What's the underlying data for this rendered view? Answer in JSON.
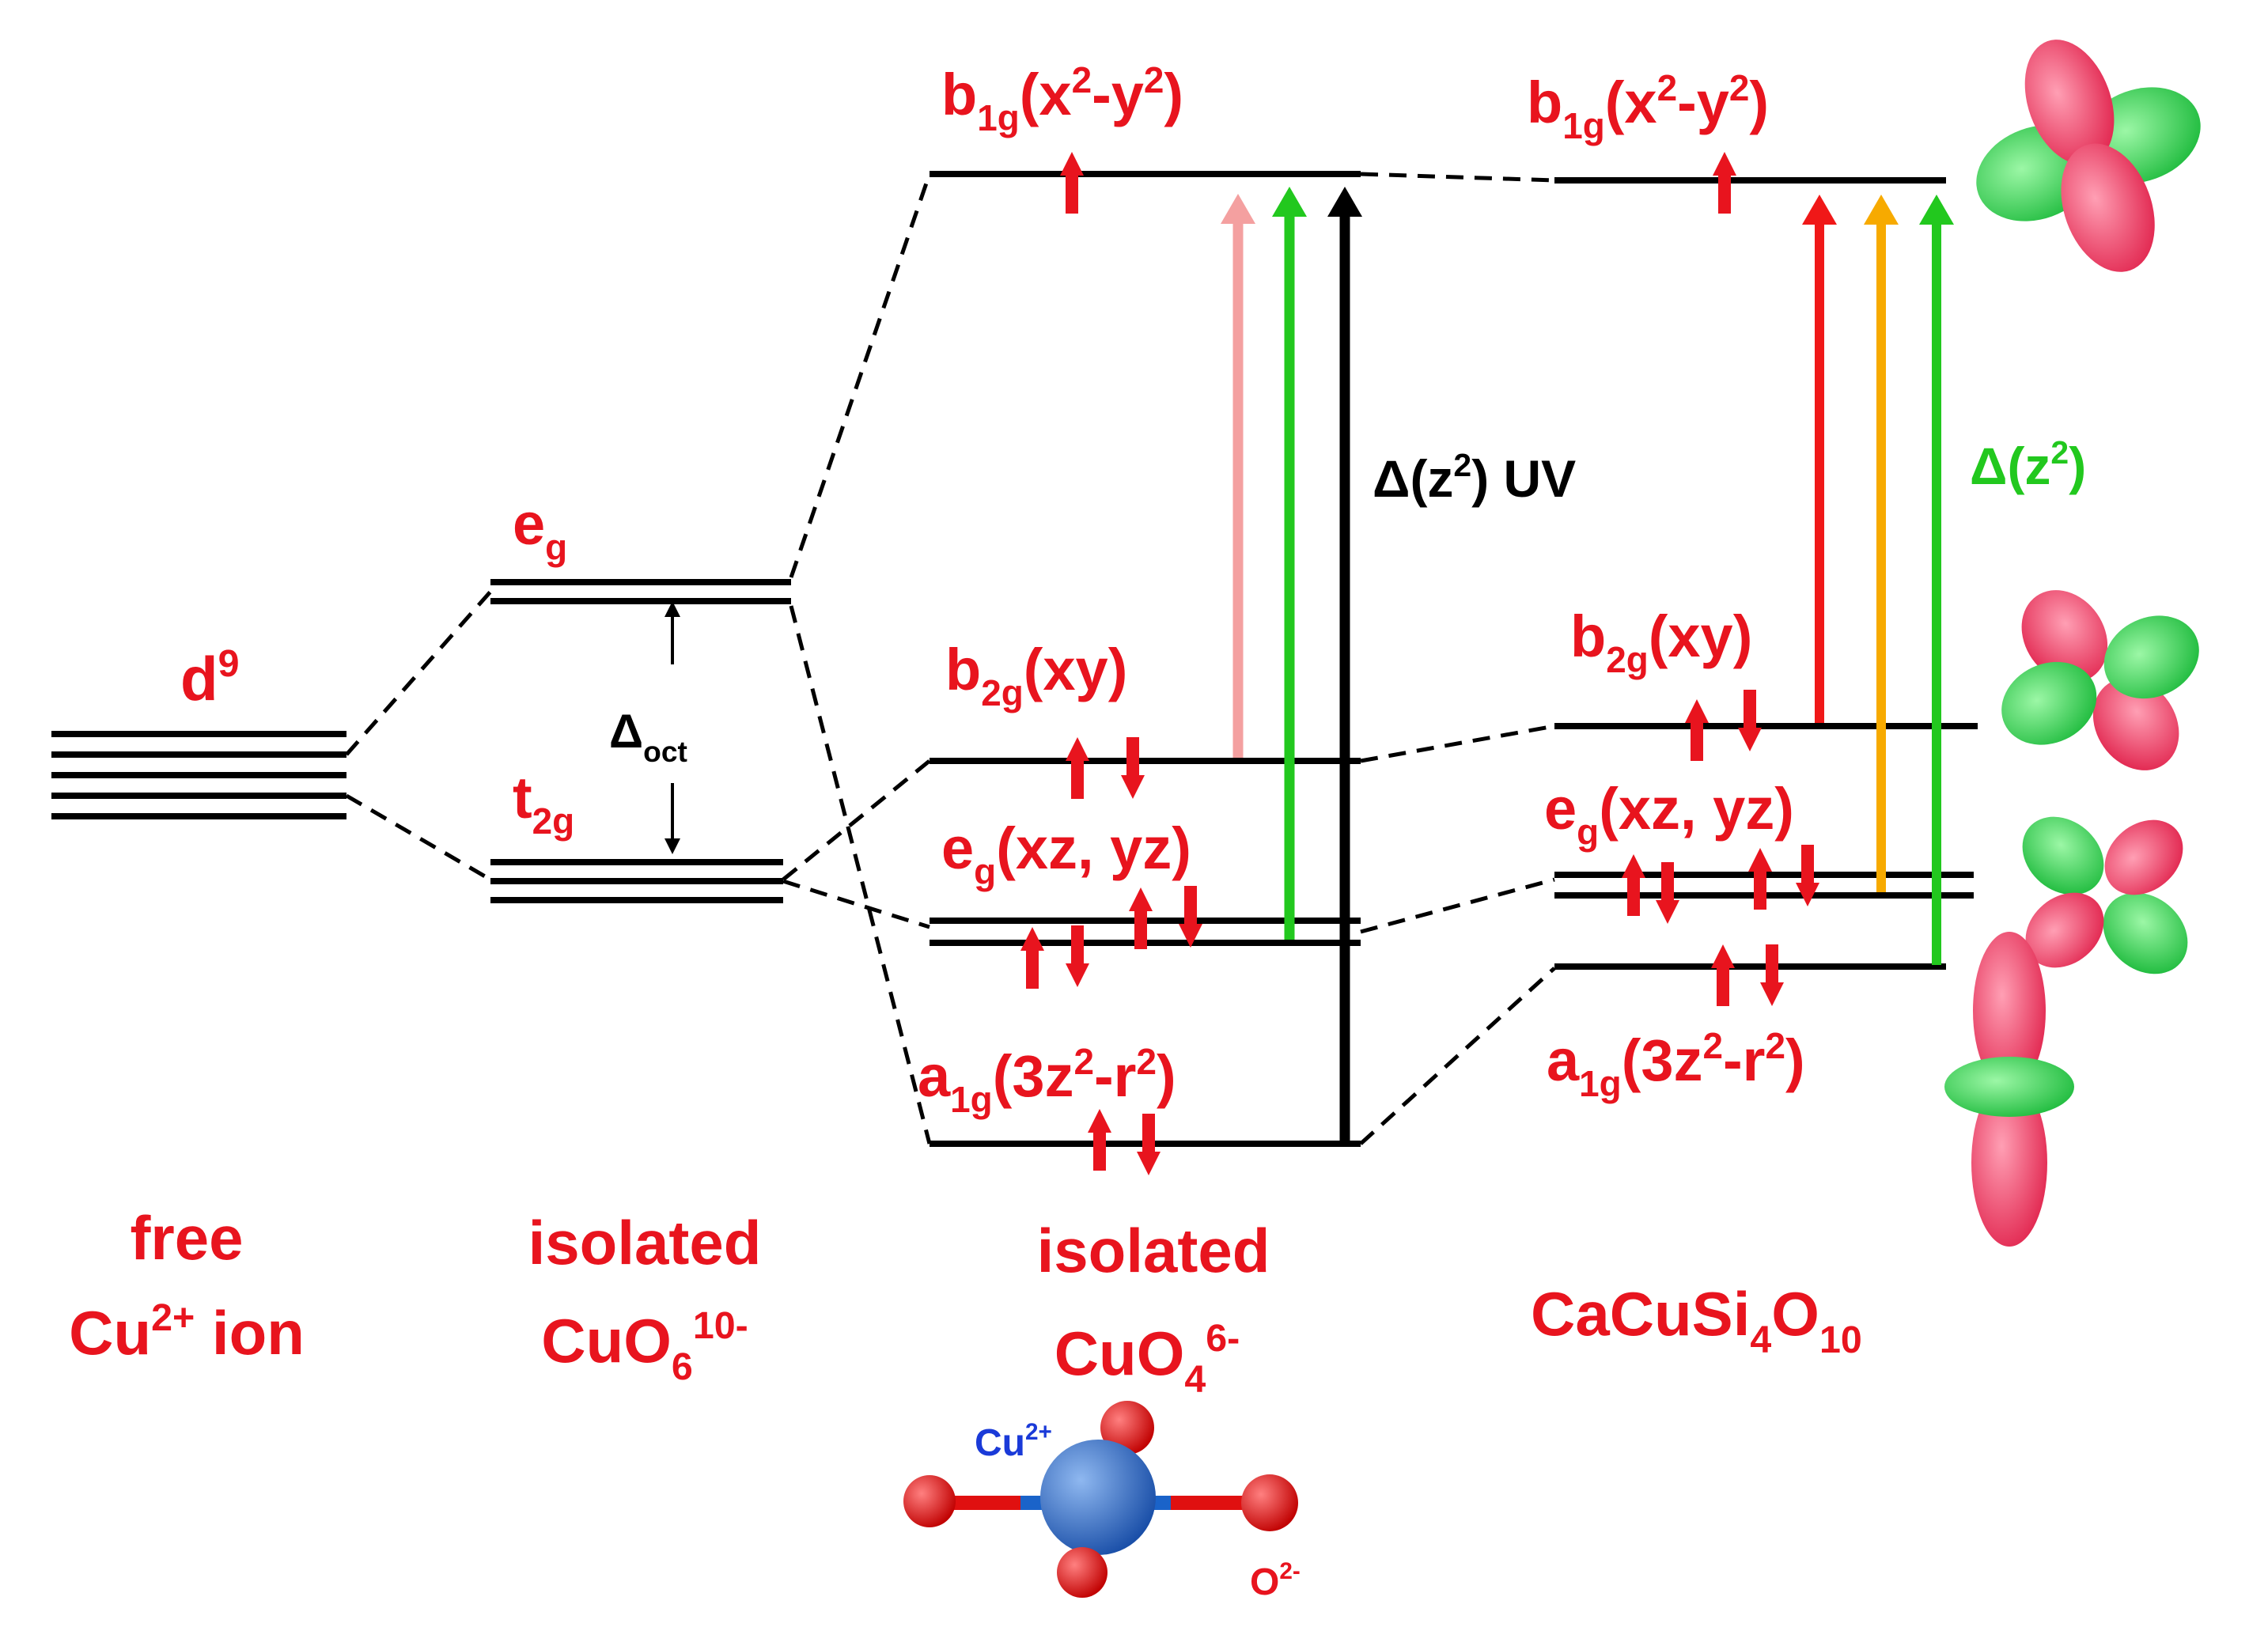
{
  "colors": {
    "label": "#e8141e",
    "level": "#000000",
    "electron": "#e8141e",
    "arrow_pink": "#f4a0a0",
    "arrow_green": "#22c81e",
    "arrow_black": "#000000",
    "arrow_red": "#f01818",
    "arrow_orange": "#f7aa00",
    "cu_atom": "#1a63c9",
    "o_atom": "#e01010",
    "lobe_green": "#2fd64a",
    "lobe_red": "#f24a6a"
  },
  "columns": {
    "free_ion": {
      "name_line1": "free",
      "name_line2_main": "Cu",
      "name_line2_sup": "2+",
      "name_line2_tail": " ion",
      "config_main": "d",
      "config_sup": "9"
    },
    "cuo6": {
      "name_line1": "isolated",
      "name_main": "CuO",
      "name_sub": "6",
      "name_sup": "10-",
      "upper_main": "e",
      "upper_sub": "g",
      "lower_main": "t",
      "lower_sub": "2g",
      "gap_main": "Δ",
      "gap_sub": "oct"
    },
    "cuo4": {
      "name_line1": "isolated",
      "name_main": "CuO",
      "name_sub": "4",
      "name_sup": "6-",
      "levels": {
        "b1g": {
          "main": "b",
          "sub": "1g",
          "rest1": "(x",
          "sup1": "2",
          "rest2": "-y",
          "sup2": "2",
          "rest3": ")"
        },
        "b2g": {
          "main": "b",
          "sub": "2g",
          "rest1": "(xy)"
        },
        "eg": {
          "main": "e",
          "sub": "g",
          "rest1": "(xz, yz)"
        },
        "a1g": {
          "main": "a",
          "sub": "1g",
          "rest1": "(3z",
          "sup1": "2",
          "rest2": "-r",
          "sup2": "2",
          "rest3": ")"
        }
      },
      "transition_label_main": "Δ(z",
      "transition_label_sup": "2",
      "transition_label_tail": ") UV"
    },
    "cacusi4o10": {
      "name_parts": [
        "CaCuSi",
        "4",
        "O",
        "10"
      ],
      "levels": {
        "b1g": {
          "main": "b",
          "sub": "1g",
          "rest1": "(x",
          "sup1": "2",
          "rest2": "-y",
          "sup2": "2",
          "rest3": ")"
        },
        "b2g": {
          "main": "b",
          "sub": "2g",
          "rest1": "(xy)"
        },
        "eg": {
          "main": "e",
          "sub": "g",
          "rest1": "(xz, yz)"
        },
        "a1g": {
          "main": "a",
          "sub": "1g",
          "rest1": "(3z",
          "sup1": "2",
          "rest2": "-r",
          "sup2": "2",
          "rest3": ")"
        }
      },
      "transition_label_main": "Δ(z",
      "transition_label_sup": "2",
      "transition_label_tail": ")"
    }
  },
  "molecule": {
    "center_main": "Cu",
    "center_sup": "2+",
    "ligand_main": "O",
    "ligand_sup": "2-"
  }
}
